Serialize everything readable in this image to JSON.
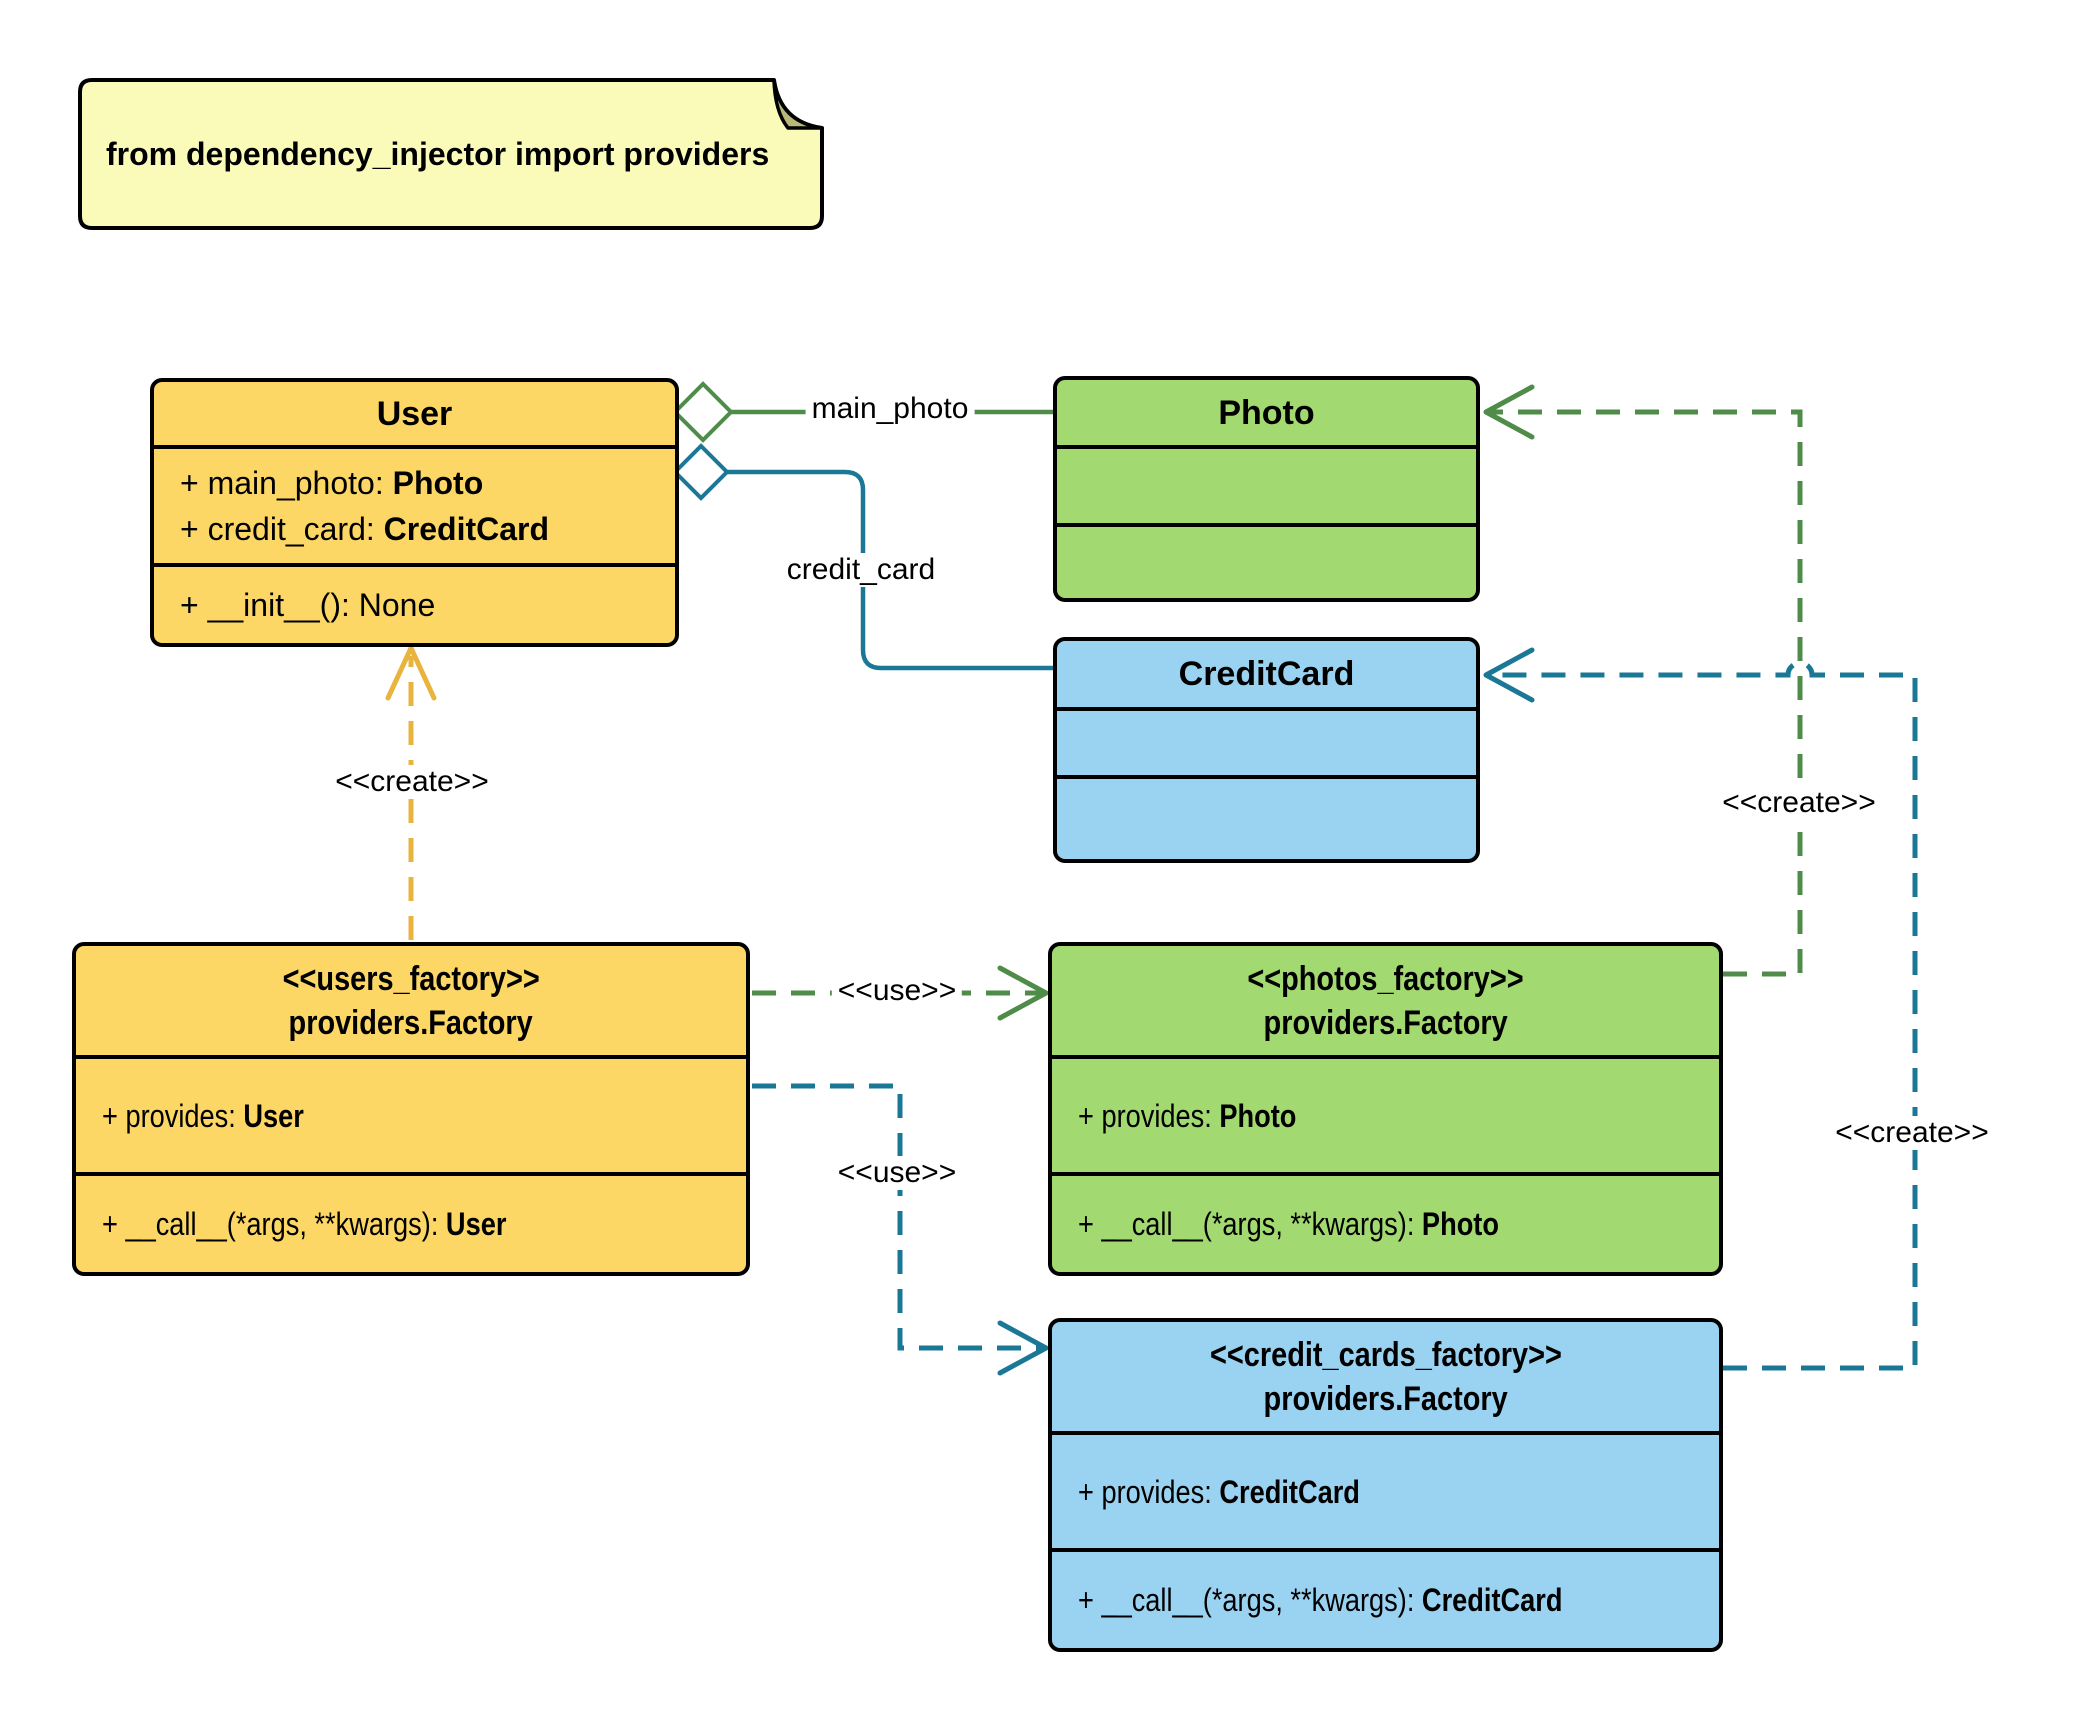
{
  "note": {
    "text": "from dependency_injector import providers"
  },
  "classes": {
    "user": {
      "title": "User",
      "attributes": [
        {
          "prefix": "+ main_photo: ",
          "type": "Photo"
        },
        {
          "prefix": "+ credit_card: ",
          "type": "CreditCard"
        }
      ],
      "methods": [
        {
          "prefix": "+ __init__(): None",
          "type": ""
        }
      ]
    },
    "photo": {
      "title": "Photo"
    },
    "credit_card": {
      "title": "CreditCard"
    },
    "users_factory": {
      "stereotype": "<<users_factory>>",
      "title": "providers.Factory",
      "attributes": [
        {
          "prefix": "+ provides: ",
          "type": "User"
        }
      ],
      "methods": [
        {
          "prefix": "+ __call__(*args, **kwargs): ",
          "type": "User"
        }
      ]
    },
    "photos_factory": {
      "stereotype": "<<photos_factory>>",
      "title": "providers.Factory",
      "attributes": [
        {
          "prefix": "+ provides: ",
          "type": "Photo"
        }
      ],
      "methods": [
        {
          "prefix": "+ __call__(*args, **kwargs): ",
          "type": "Photo"
        }
      ]
    },
    "credit_cards_factory": {
      "stereotype": "<<credit_cards_factory>>",
      "title": "providers.Factory",
      "attributes": [
        {
          "prefix": "+ provides: ",
          "type": "CreditCard"
        }
      ],
      "methods": [
        {
          "prefix": "+ __call__(*args, **kwargs): ",
          "type": "CreditCard"
        }
      ]
    }
  },
  "edges": {
    "main_photo": {
      "label": "main_photo"
    },
    "credit_card": {
      "label": "credit_card"
    },
    "create_user": {
      "label": "<<create>>"
    },
    "create_photo": {
      "label": "<<create>>"
    },
    "create_credit_card": {
      "label": "<<create>>"
    },
    "use_photos": {
      "label": "<<use>>"
    },
    "use_credit_cards": {
      "label": "<<use>>"
    }
  },
  "colors": {
    "user_fill": "#FCD765",
    "photo_fill": "#A2D970",
    "credit_card_fill": "#9AD3F2",
    "note_fill": "#FBFBB9",
    "note_fold": "#B8B878",
    "user_edge": "#E8B43E",
    "photo_edge": "#4F8C4A",
    "credit_card_edge": "#1A7896",
    "outline": "#000000"
  }
}
